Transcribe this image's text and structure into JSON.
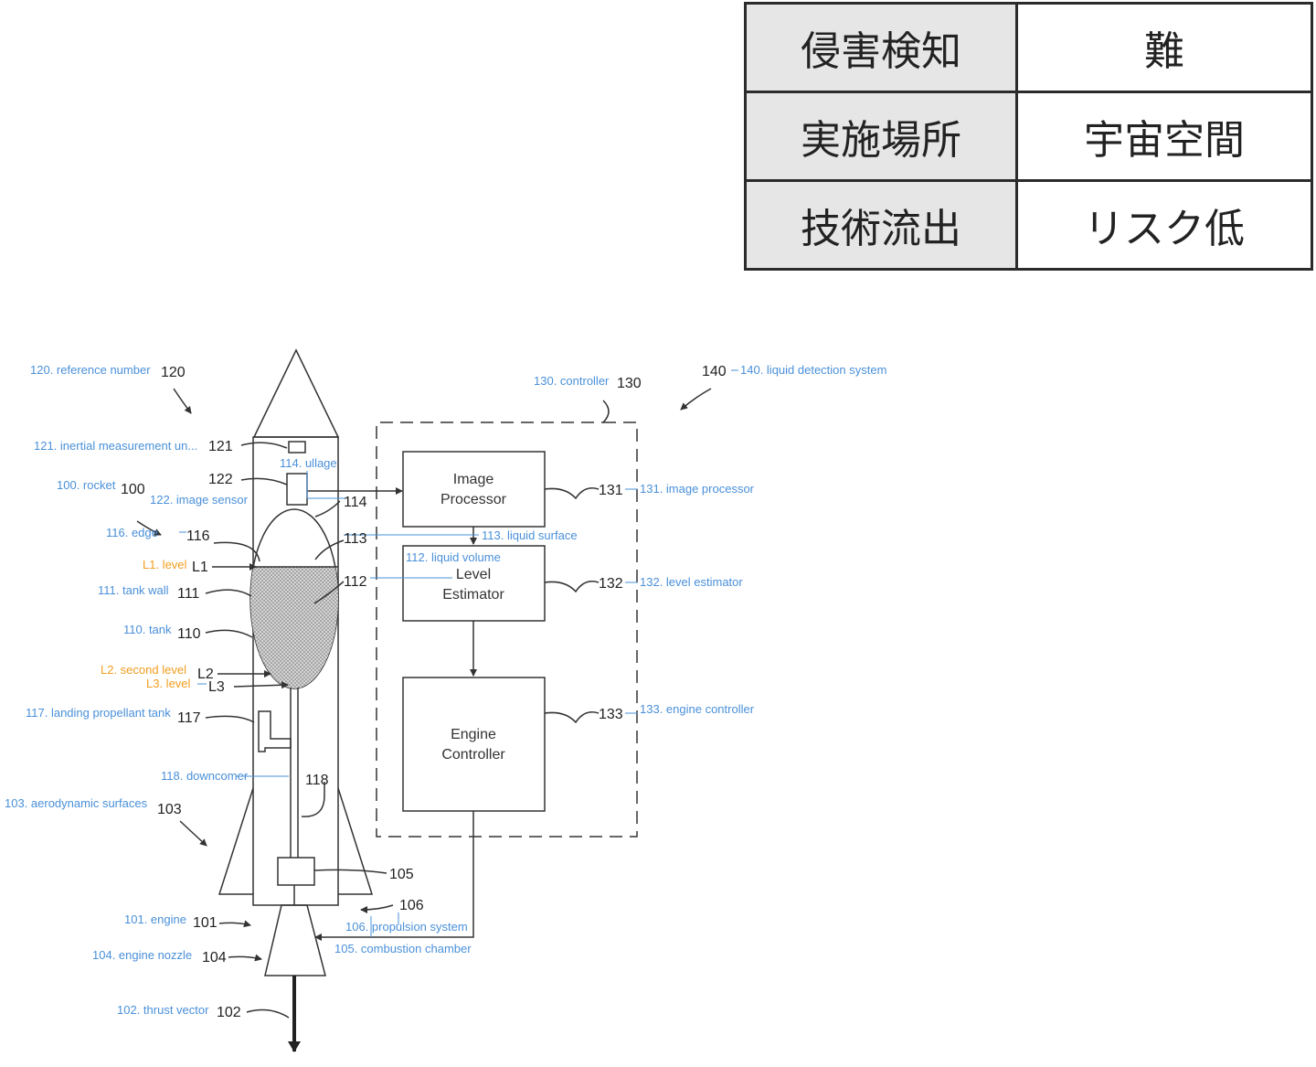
{
  "table": {
    "rows": [
      {
        "key": "侵害検知",
        "value": "難"
      },
      {
        "key": "実施場所",
        "value": "宇宙空間"
      },
      {
        "key": "技術流出",
        "value": "リスク低"
      }
    ]
  },
  "boxes": {
    "image_processor": [
      "Image",
      "Processor"
    ],
    "level_estimator": [
      "Level",
      "Estimator"
    ],
    "engine_controller": [
      "Engine",
      "Controller"
    ]
  },
  "numbers": {
    "n120": "120",
    "n130": "130",
    "n140": "140",
    "n121": "121",
    "n122": "122",
    "n100": "100",
    "n114": "114",
    "n116": "116",
    "n113": "113",
    "nL1": "L1",
    "n111": "111",
    "n112": "112",
    "n110": "110",
    "nL2": "L2",
    "nL3": "L3",
    "n117": "117",
    "n118": "118",
    "n103": "103",
    "n105": "105",
    "n106": "106",
    "n101": "101",
    "n104": "104",
    "n102": "102",
    "n131": "131",
    "n132": "132",
    "n133": "133"
  },
  "labels": {
    "l120": "120. reference number",
    "l130": "130. controller",
    "l140": "140. liquid detection system",
    "l121": "121. inertial measurement un...",
    "l114": "114. ullage",
    "l100": "100. rocket",
    "l122": "122. image sensor",
    "l131": "131. image processor",
    "l116": "116. edge",
    "l113": "113. liquid surface",
    "l112": "112. liquid volume",
    "lL1": "L1. level",
    "l111": "111. tank wall",
    "l132": "132. level estimator",
    "l110": "110. tank",
    "lL2": "L2. second level",
    "lL3": "L3. level",
    "l117": "117. landing propellant tank",
    "l133": "133. engine controller",
    "l118": "118. downcomer",
    "l103": "103. aerodynamic surfaces",
    "l101": "101. engine",
    "l106": "106. propulsion system",
    "l104": "104. engine nozzle",
    "l105": "105. combustion chamber",
    "l102": "102. thrust vector"
  },
  "colors": {
    "label_blue": "#4a90d9",
    "label_orange": "#f29d1e",
    "line": "#333333",
    "table_key_bg": "#e6e6e6"
  }
}
